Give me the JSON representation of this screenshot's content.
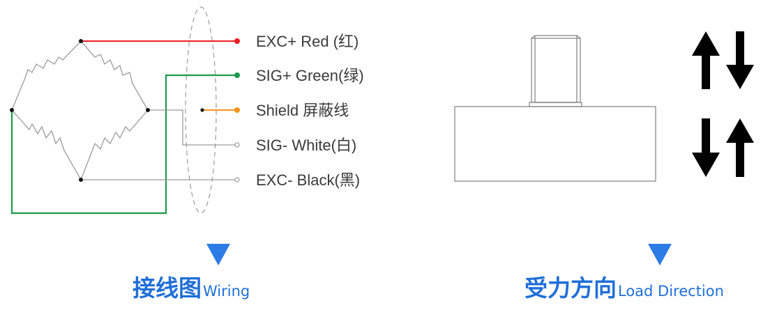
{
  "wiring": {
    "wires": [
      {
        "label": "EXC+ Red (红)",
        "color": "#ee1c24"
      },
      {
        "label": "SIG+ Green(绿)",
        "color": "#1a9a4a"
      },
      {
        "label": "Shield 屏蔽线",
        "color": "#f7941d"
      },
      {
        "label": "SIG- White(白)",
        "color": "#999999"
      },
      {
        "label": "EXC- Black(黑)",
        "color": "#999999"
      }
    ],
    "title_cn": "接线图",
    "title_en": "Wiring"
  },
  "load": {
    "title_cn": "受力方向",
    "title_en": "Load Direction"
  },
  "accent_color": "#1f6fd8"
}
